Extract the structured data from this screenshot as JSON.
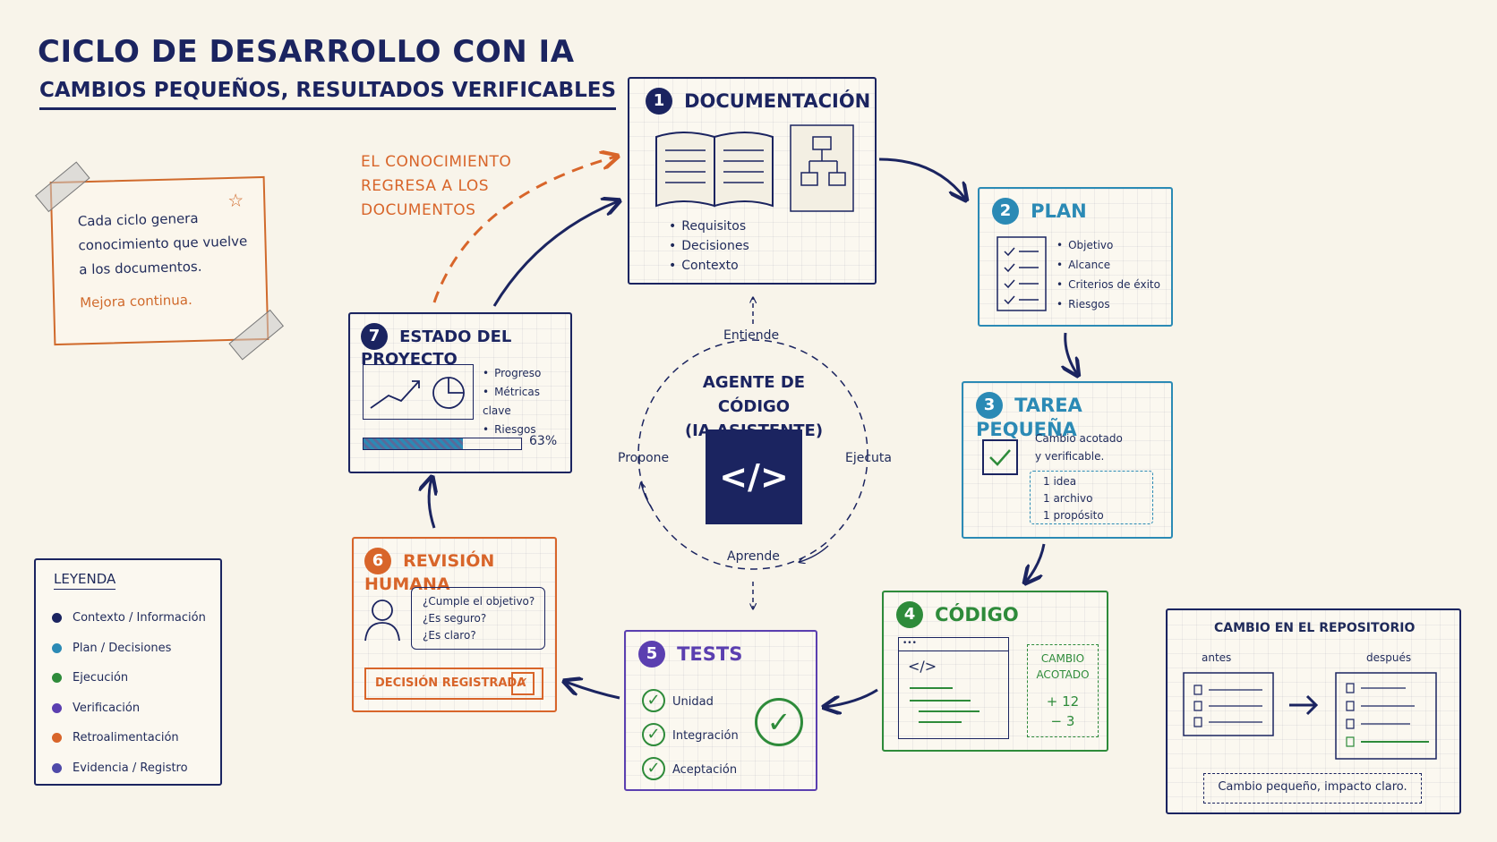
{
  "title": "CICLO DE DESARROLLO CON IA",
  "subtitle": "CAMBIOS PEQUEÑOS, RESULTADOS VERIFICABLES",
  "note": {
    "text_lines": [
      "Cada ciclo genera",
      "conocimiento que vuelve",
      "a los documentos."
    ],
    "highlight": "Mejora continua."
  },
  "feedback_label": [
    "EL CONOCIMIENTO",
    "REGRESA A LOS",
    "DOCUMENTOS"
  ],
  "steps": {
    "documentacion": {
      "num": "1",
      "title": "DOCUMENTACIÓN",
      "items": [
        "Requisitos",
        "Decisiones",
        "Contexto"
      ]
    },
    "plan": {
      "num": "2",
      "title": "PLAN",
      "items": [
        "Objetivo",
        "Alcance",
        "Criterios de éxito",
        "Riesgos"
      ]
    },
    "tarea": {
      "num": "3",
      "title": "TAREA PEQUEÑA",
      "desc": [
        "Cambio acotado",
        "y verificable."
      ],
      "items": [
        "1 idea",
        "1 archivo",
        "1 propósito"
      ]
    },
    "codigo": {
      "num": "4",
      "title": "CÓDIGO",
      "code_icon": "</>",
      "badge_lines": [
        "CAMBIO",
        "ACOTADO"
      ],
      "plus": "+ 12",
      "minus": "− 3"
    },
    "tests": {
      "num": "5",
      "title": "TESTS",
      "items": [
        "Unidad",
        "Integración",
        "Aceptación"
      ]
    },
    "revision": {
      "num": "6",
      "title": "REVISIÓN HUMANA",
      "questions": [
        "¿Cumple el objetivo?",
        "¿Es seguro?",
        "¿Es claro?"
      ],
      "decision": "DECISIÓN REGISTRADA"
    },
    "estado": {
      "num": "7",
      "title": "ESTADO DEL PROYECTO",
      "items": [
        "Progreso",
        "Métricas clave",
        "Riesgos"
      ],
      "progress_label": "63%",
      "progress": 0.63
    }
  },
  "agent": {
    "title_lines": [
      "AGENTE DE CÓDIGO",
      "(IA ASISTENTE)"
    ],
    "code_icon": "</>",
    "labels": {
      "top": "Entiende",
      "right": "Ejecuta",
      "bottom": "Aprende",
      "left": "Propone"
    }
  },
  "legend": {
    "title": "LEYENDA",
    "items": [
      {
        "label": "Contexto / Información",
        "color": "#1b2460"
      },
      {
        "label": "Plan / Decisiones",
        "color": "#2b8ab5"
      },
      {
        "label": "Ejecución",
        "color": "#2e8b3a"
      },
      {
        "label": "Verificación",
        "color": "#5b3fb0"
      },
      {
        "label": "Retroalimentación",
        "color": "#d8652a"
      },
      {
        "label": "Evidencia / Registro",
        "color": "#4f4aa8"
      }
    ]
  },
  "repo": {
    "title": "CAMBIO EN EL REPOSITORIO",
    "before": "antes",
    "after": "después",
    "caption": "Cambio pequeño, impacto claro."
  },
  "colors": {
    "navy": "#1b2460",
    "blue": "#2b8ab5",
    "green": "#2e8b3a",
    "purple": "#5b3fb0",
    "orange": "#d8652a"
  }
}
